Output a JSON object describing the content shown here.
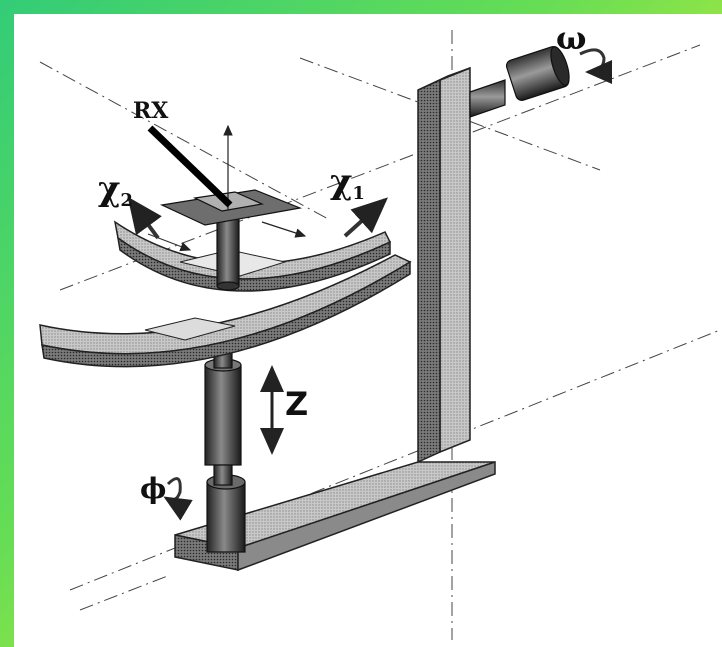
{
  "labels": {
    "rx": "RX",
    "omega": "ω",
    "chi2": "χ",
    "chi2_sub": "2",
    "chi1": "χ",
    "chi1_sub": "1",
    "z": "Z",
    "phi": "ϕ"
  },
  "colors": {
    "frame_green": "#33cc77",
    "frame_yellow": "#eeee22",
    "metal_light": "#cfcfcf",
    "metal_mid": "#9a9a9a",
    "metal_dark": "#3a3a3a",
    "ink": "#111111"
  }
}
